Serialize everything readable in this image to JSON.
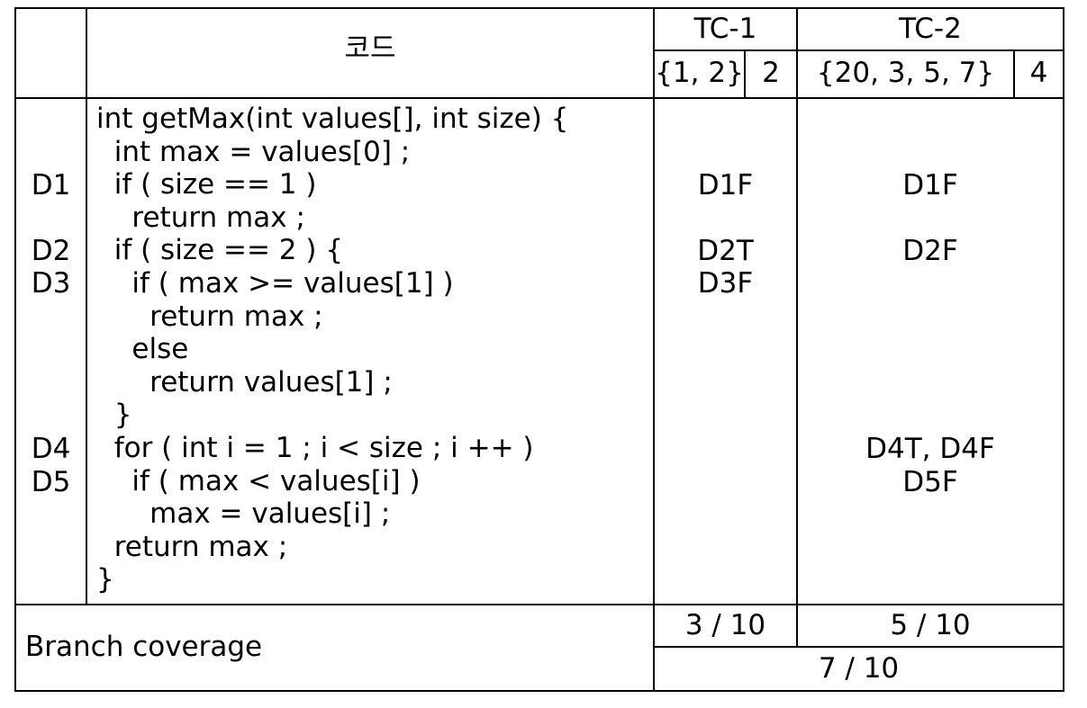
{
  "header": {
    "code_label": "코드",
    "tc1_label": "TC-1",
    "tc2_label": "TC-2",
    "tc1_input": "{1, 2}",
    "tc1_size": "2",
    "tc2_input": "{20, 3, 5, 7}",
    "tc2_size": "4"
  },
  "decisions": [
    "D1",
    "D2",
    "D3",
    "D4",
    "D5"
  ],
  "code_lines": [
    "int getMax(int values[], int size) {",
    "  int max = values[0] ;",
    "  if ( size == 1 )",
    "    return max ;",
    "  if ( size == 2 ) {",
    "    if ( max >= values[1] )",
    "      return max ;",
    "    else",
    "      return values[1] ;",
    "  }",
    "  for ( int i = 1 ; i < size ; i ++ )",
    "    if ( max < values[i] )",
    "      max = values[i] ;",
    "  return max ;",
    "}"
  ],
  "tc1_results": [
    "D1F",
    "D2T",
    "D3F"
  ],
  "tc2_results": [
    "D1F",
    "D2F",
    "D4T, D4F",
    "D5F"
  ],
  "footer": {
    "label": "Branch coverage",
    "tc1_coverage": "3 / 10",
    "tc2_coverage": "5 / 10",
    "total_coverage": "7 / 10"
  }
}
